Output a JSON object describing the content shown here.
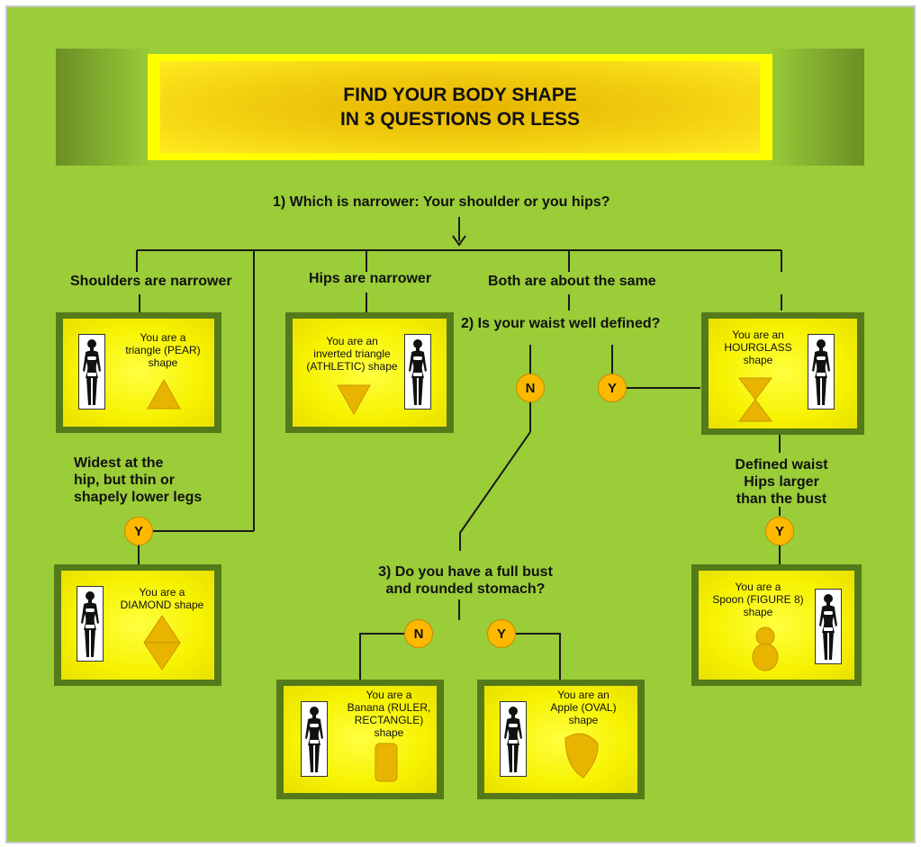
{
  "title": {
    "line1": "FIND YOUR BODY SHAPE",
    "line2": "IN 3 QUESTIONS  OR LESS"
  },
  "questions": {
    "q1": "1)   Which is narrower:  Your shoulder or you hips?",
    "q2": "2)  Is your waist well defined?",
    "q3_line1": "3)   Do you have a full bust",
    "q3_line2": "and rounded stomach?"
  },
  "branches": {
    "shoulders": "Shoulders are narrower",
    "hips": "Hips are narrower",
    "same": "Both are about the same",
    "widest_line1": "Widest at the",
    "widest_line2": "hip, but thin or",
    "widest_line3": "shapely lower  legs",
    "defined_line1": "Defined waist",
    "defined_line2": "Hips larger",
    "defined_line3": "than the bust"
  },
  "badges": {
    "yes": "Y",
    "no": "N"
  },
  "cards": {
    "pear": {
      "l1": "You are a",
      "l2": "triangle (PEAR)",
      "l3": "shape"
    },
    "athletic": {
      "l1": "You are an",
      "l2": "inverted triangle",
      "l3": "(ATHLETIC) shape"
    },
    "hourglass": {
      "l1": "You are an",
      "l2": "HOURGLASS",
      "l3": "shape"
    },
    "diamond": {
      "l1": "You are a",
      "l2": "DIAMOND shape"
    },
    "spoon": {
      "l1": "You are a",
      "l2": "Spoon (FIGURE 8)",
      "l3": "shape"
    },
    "banana": {
      "l1": "You are a",
      "l2": "Banana (RULER,",
      "l3": "RECTANGLE)",
      "l4": "shape"
    },
    "apple": {
      "l1": "You are an",
      "l2": "Apple (OVAL)",
      "l3": "shape"
    }
  },
  "colors": {
    "background": "#9acd38",
    "card": "#f6f200",
    "badge": "#ffb800",
    "shape": "#e8b400",
    "banner": "#ffff00"
  }
}
